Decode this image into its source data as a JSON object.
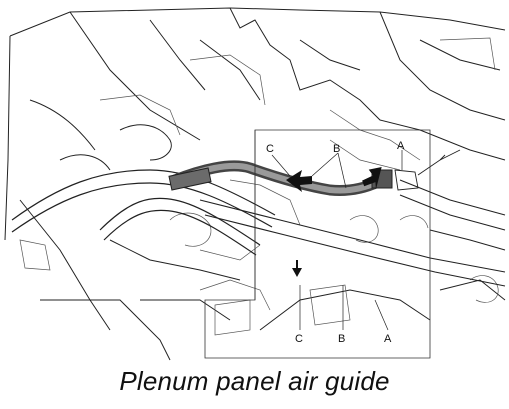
{
  "caption": "Plenum panel air guide",
  "labels": {
    "top_c": "C",
    "top_b": "B",
    "top_a": "A",
    "bottom_c": "C",
    "bottom_b": "B",
    "bottom_a": "A"
  },
  "colors": {
    "line": "#222222",
    "duct": "#444444",
    "background": "#ffffff"
  }
}
